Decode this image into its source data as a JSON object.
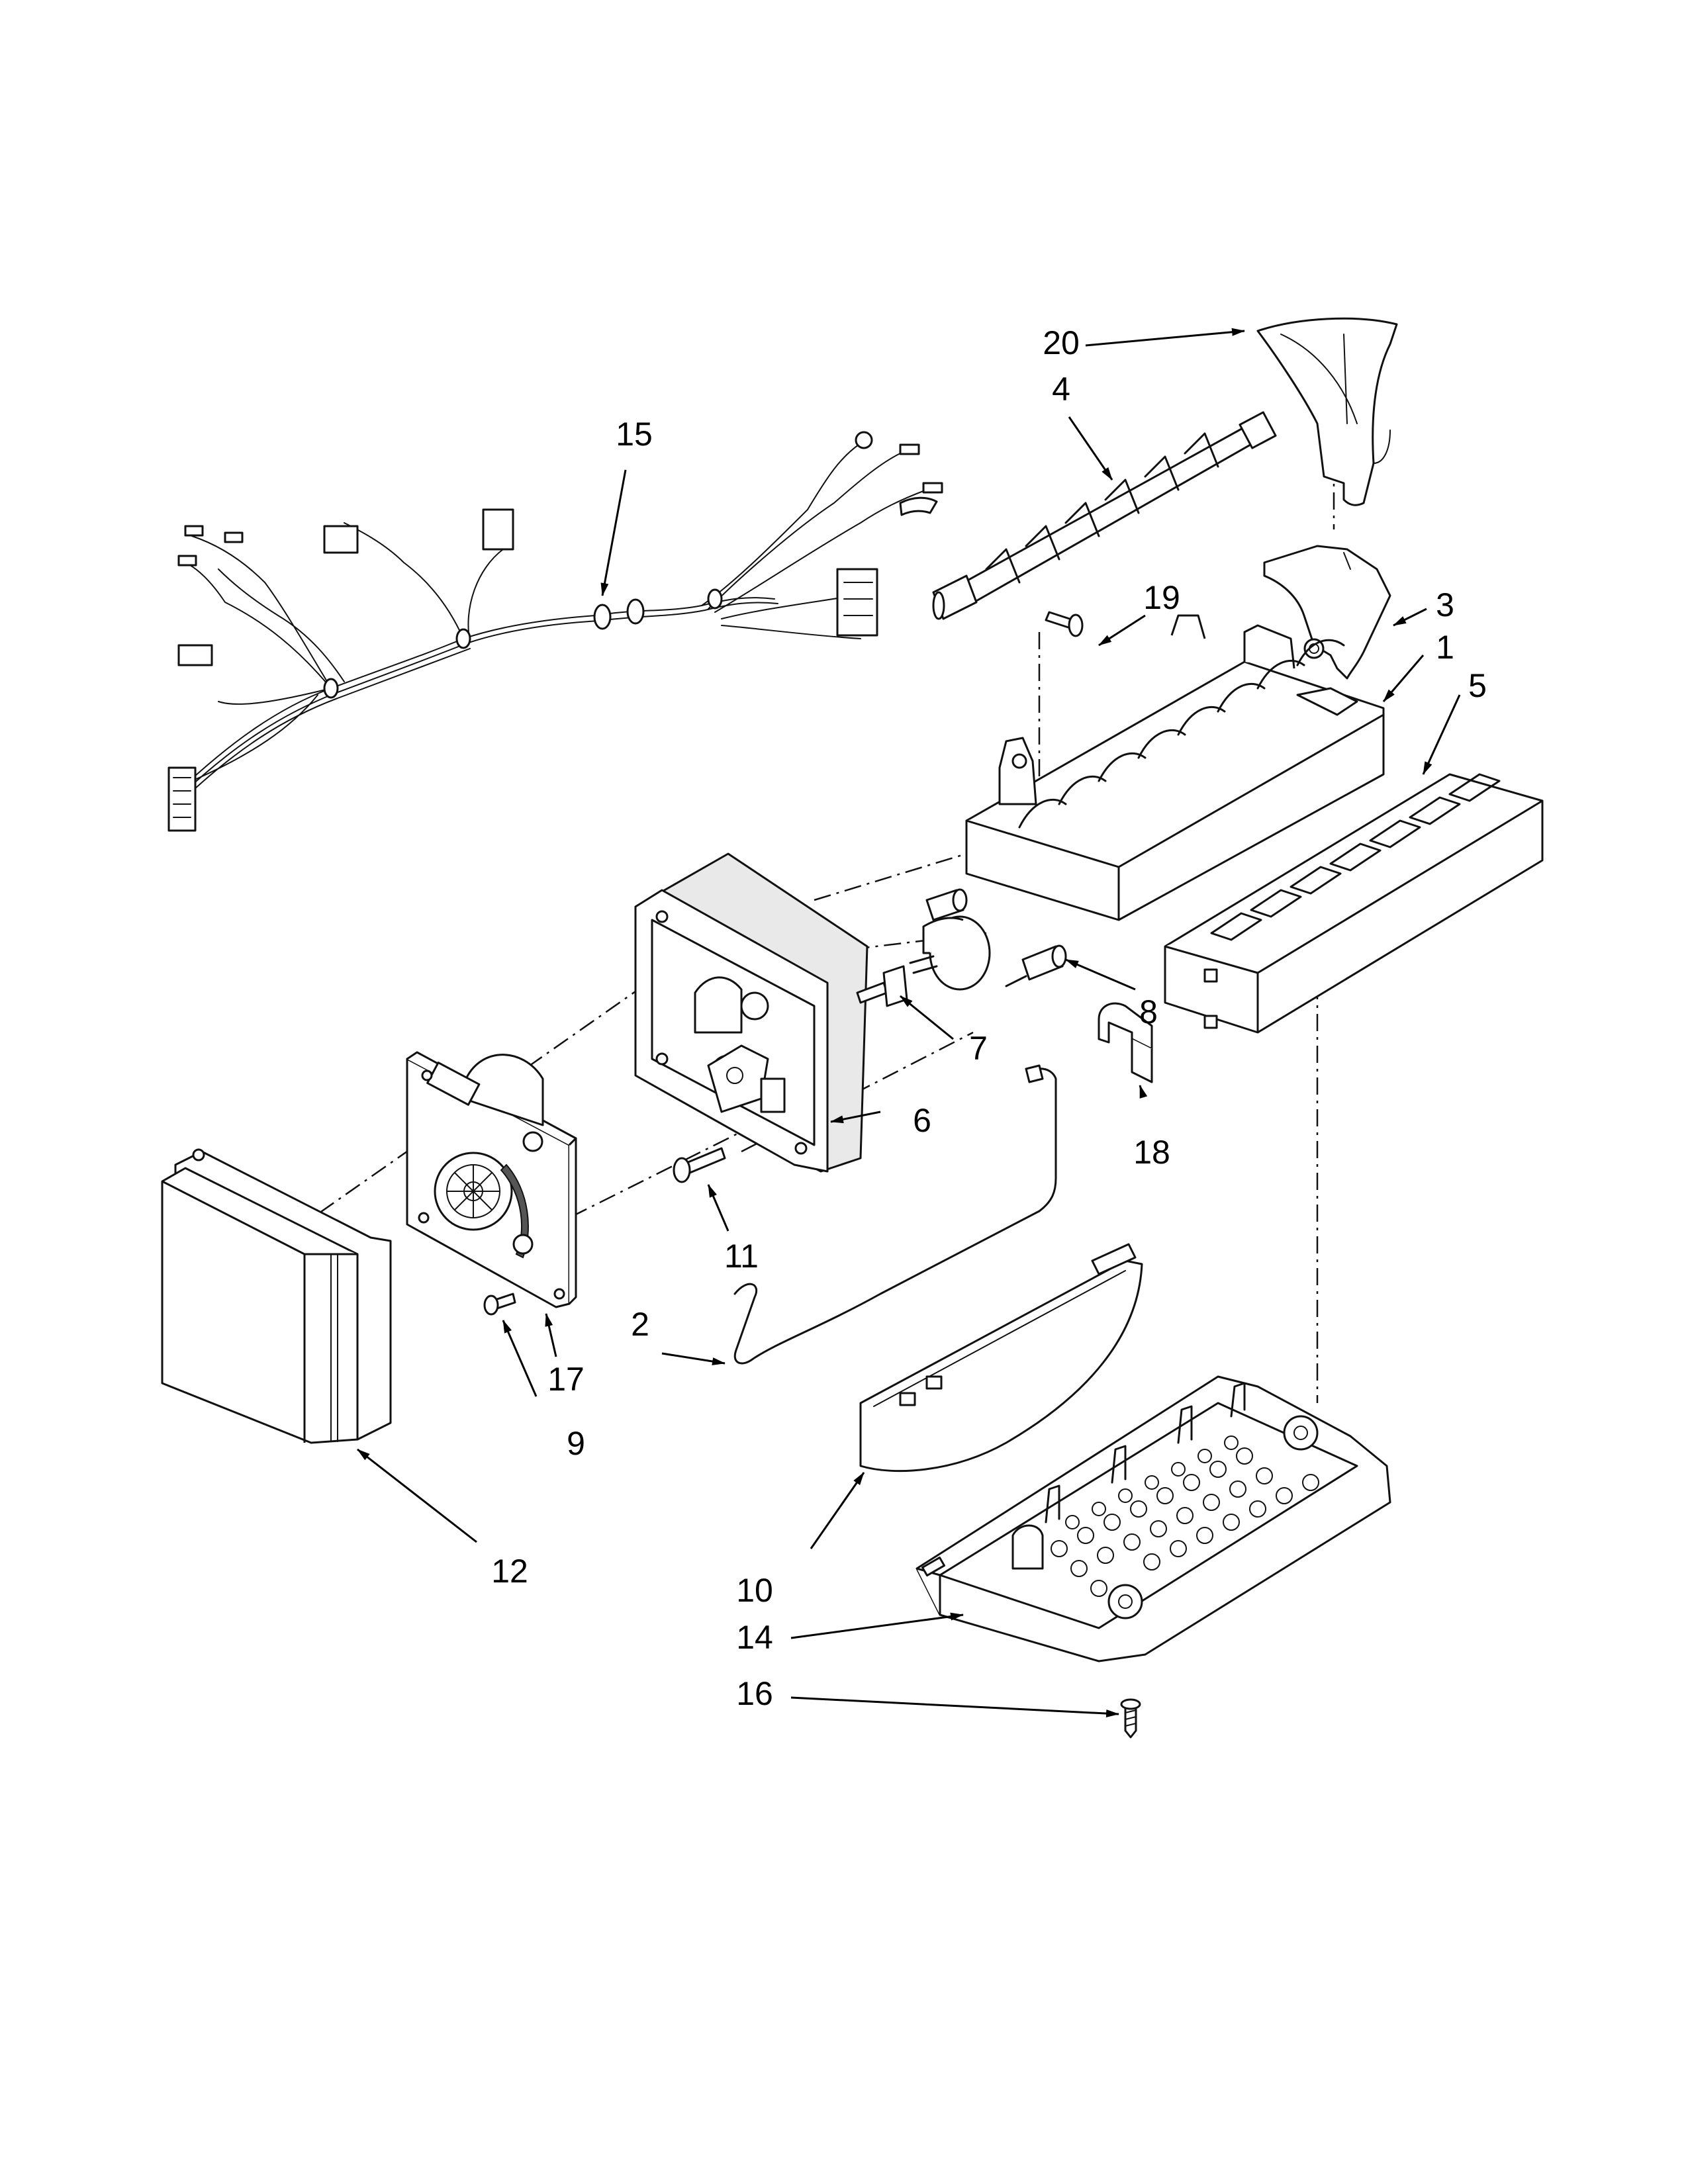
{
  "diagram": {
    "callouts": [
      {
        "id": "c1",
        "label": "1"
      },
      {
        "id": "c2",
        "label": "2"
      },
      {
        "id": "c3",
        "label": "3"
      },
      {
        "id": "c4",
        "label": "4"
      },
      {
        "id": "c5",
        "label": "5"
      },
      {
        "id": "c6",
        "label": "6"
      },
      {
        "id": "c7",
        "label": "7"
      },
      {
        "id": "c8",
        "label": "8"
      },
      {
        "id": "c9",
        "label": "9"
      },
      {
        "id": "c10",
        "label": "10"
      },
      {
        "id": "c11",
        "label": "11"
      },
      {
        "id": "c12",
        "label": "12"
      },
      {
        "id": "c14",
        "label": "14"
      },
      {
        "id": "c15",
        "label": "15"
      },
      {
        "id": "c16",
        "label": "16"
      },
      {
        "id": "c17",
        "label": "17"
      },
      {
        "id": "c18",
        "label": "18"
      },
      {
        "id": "c19",
        "label": "19"
      },
      {
        "id": "c20",
        "label": "20"
      }
    ]
  }
}
